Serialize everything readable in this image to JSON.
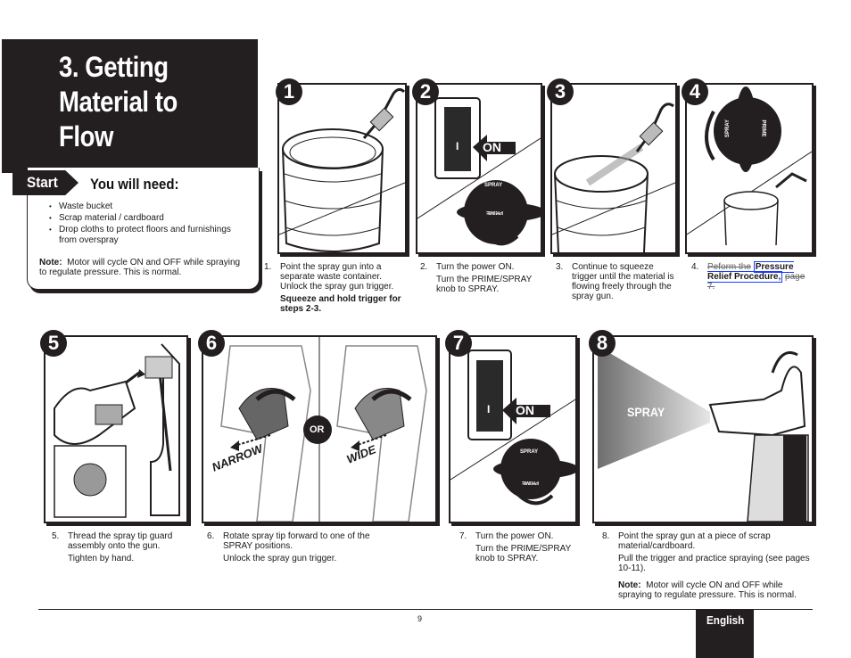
{
  "title": {
    "text": "3. Getting Material to Flow",
    "line1": "3. Getting",
    "line2": "Material to",
    "line3": "Flow"
  },
  "need": {
    "start_label": "Start",
    "heading": "You will need:",
    "items": [
      "Waste bucket",
      "Scrap material / cardboard",
      "Drop cloths to protect floors and furnishings from overspray"
    ],
    "note_label": "Note:",
    "note_text": "Motor will cycle ON and OFF while spraying to regulate pressure. This is normal."
  },
  "steps": [
    {
      "badge": "1",
      "num": "1.",
      "lines": [
        "Point the spray gun into a separate waste container. Unlock the spray gun trigger."
      ],
      "bold": "Squeeze and hold trigger for steps 2-3."
    },
    {
      "badge": "2",
      "num": "2.",
      "lines": [
        "Turn the power ON.",
        "Turn the PRIME/SPRAY knob to SPRAY."
      ],
      "on_label": "ON",
      "switch_mark": "I",
      "knob_spray": "SPRAY",
      "knob_prime": "PRIME"
    },
    {
      "badge": "3",
      "num": "3.",
      "lines": [
        "Continue to squeeze trigger until the material is flowing freely through the spray gun."
      ]
    },
    {
      "badge": "4",
      "num": "4.",
      "pre": "Peform the",
      "link": "Pressure Relief Procedure,",
      "post": "page 7.",
      "knob_spray": "SPRAY",
      "knob_prime": "PRIME"
    },
    {
      "badge": "5",
      "num": "5.",
      "lines": [
        "Thread the spray tip guard assembly onto the gun.",
        "Tighten by hand."
      ]
    },
    {
      "badge": "6",
      "num": "6.",
      "lines": [
        "Rotate spray tip forward to one of the SPRAY positions.",
        "Unlock the spray gun trigger."
      ],
      "narrow": "NARROW",
      "or": "OR",
      "wide": "WIDE"
    },
    {
      "badge": "7",
      "num": "7.",
      "lines": [
        "Turn the power ON.",
        "Turn the PRIME/SPRAY knob to SPRAY."
      ],
      "on_label": "ON",
      "switch_mark": "I",
      "knob_spray": "SPRAY",
      "knob_prime": "PRIME"
    },
    {
      "badge": "8",
      "num": "8.",
      "lines": [
        "Point the spray gun at a piece of scrap material/cardboard.",
        "Pull the trigger and practice spraying (see pages 10-11)."
      ],
      "note_label": "Note:",
      "note_text": "Motor will cycle ON and OFF while spraying to regulate pressure. This is normal.",
      "spray_label": "SPRAY"
    }
  ],
  "footer": {
    "page": "9",
    "language": "English"
  },
  "colors": {
    "dark": "#231f20",
    "link": "#1a3cff",
    "spray_gradient": "#7a7a7a"
  }
}
